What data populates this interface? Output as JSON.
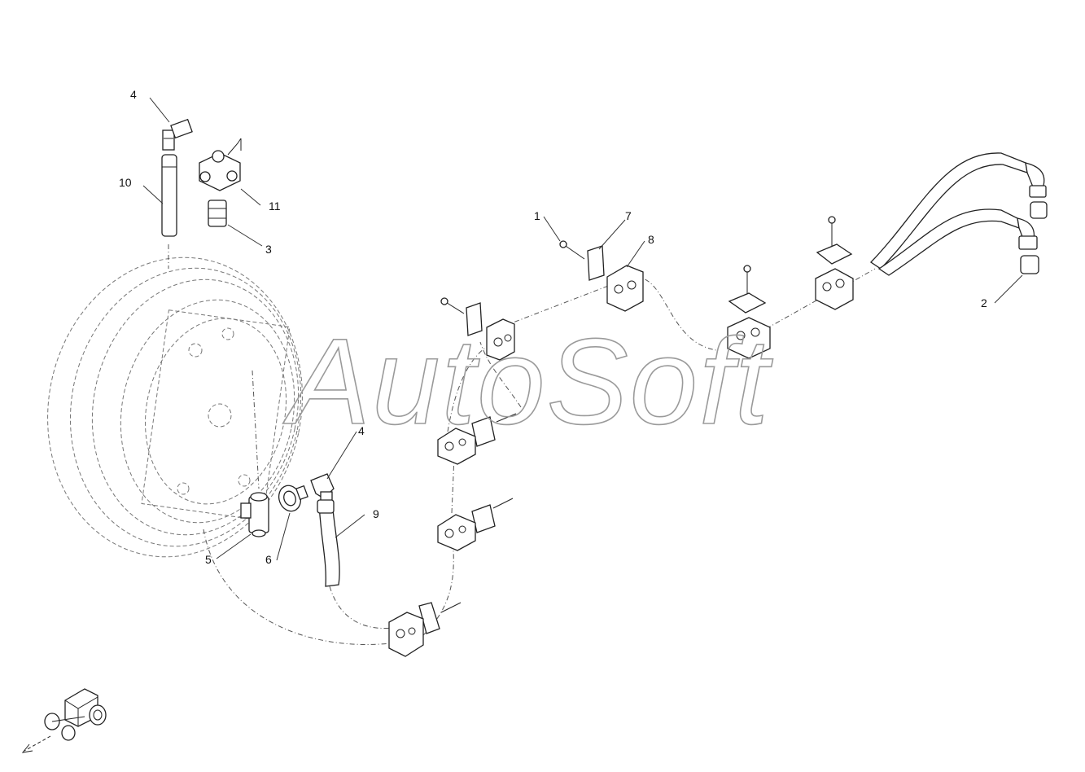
{
  "watermark": "AutoSoft",
  "colors": {
    "line": "#222222",
    "watermark": "#9a9a9a",
    "background": "#ffffff"
  },
  "callouts": [
    {
      "id": "c1",
      "label": "1"
    },
    {
      "id": "c2",
      "label": "2"
    },
    {
      "id": "c3",
      "label": "3"
    },
    {
      "id": "c4a",
      "label": "4"
    },
    {
      "id": "c4b",
      "label": "4"
    },
    {
      "id": "c5",
      "label": "5"
    },
    {
      "id": "c6",
      "label": "6"
    },
    {
      "id": "c7",
      "label": "7"
    },
    {
      "id": "c8",
      "label": "8"
    },
    {
      "id": "c9",
      "label": "9"
    },
    {
      "id": "c10",
      "label": "10"
    },
    {
      "id": "c11",
      "label": "11"
    }
  ],
  "icons": {
    "orientation": "tractor-orientation-icon",
    "direction": "direction-arrow-icon"
  }
}
